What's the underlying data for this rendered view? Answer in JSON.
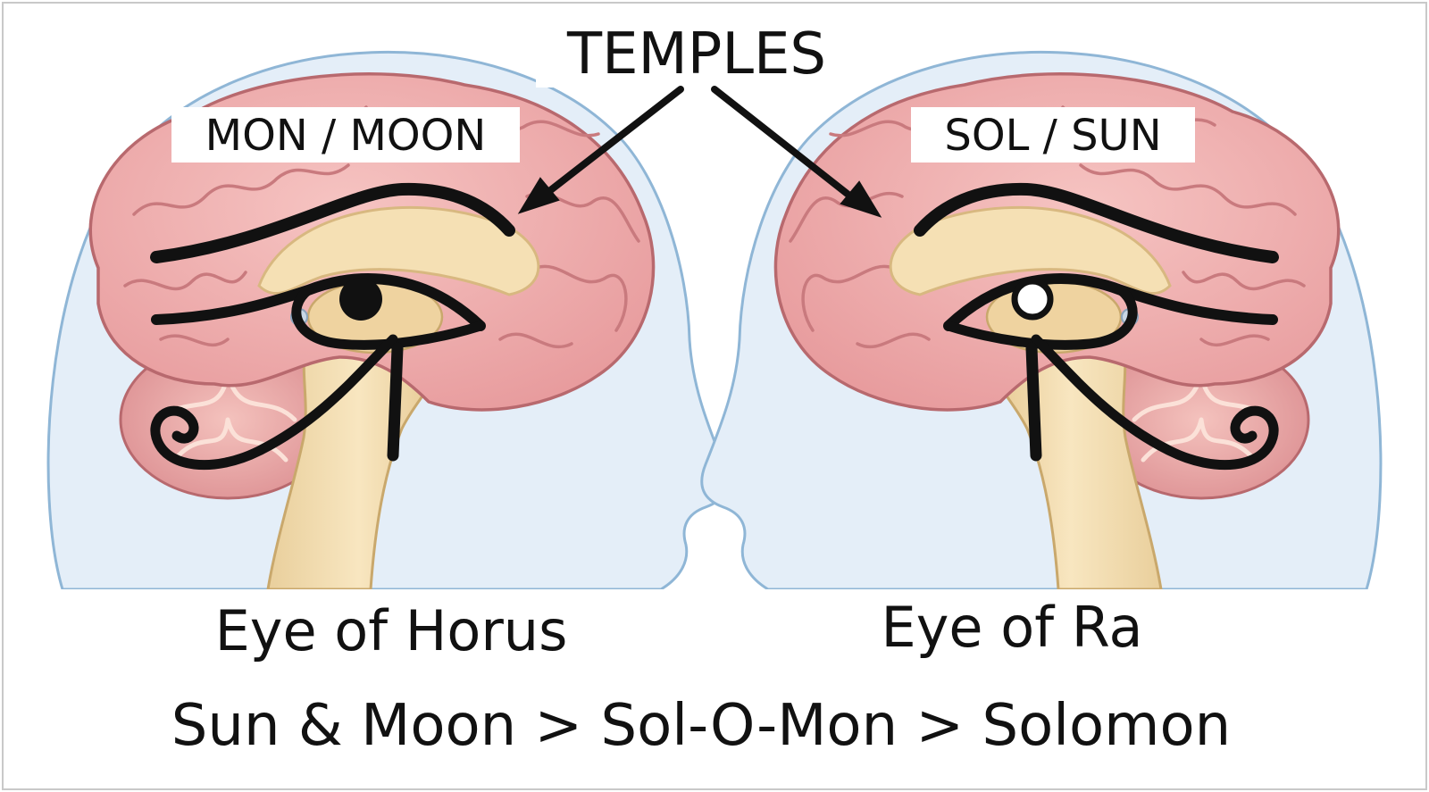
{
  "title": "TEMPLES",
  "left": {
    "label": "MON / MOON",
    "caption": "Eye of Horus"
  },
  "right": {
    "label": "SOL / SUN",
    "caption": "Eye of Ra"
  },
  "bottom_text": "Sun & Moon > Sol-O-Mon > Solomon",
  "colors": {
    "head_fill": "#e4eef8",
    "head_stroke": "#8fb6d6",
    "brain": "#eeaaaa",
    "brain_dark": "#c97a7e",
    "inner": "#f4dfb6",
    "ink": "#111111"
  }
}
